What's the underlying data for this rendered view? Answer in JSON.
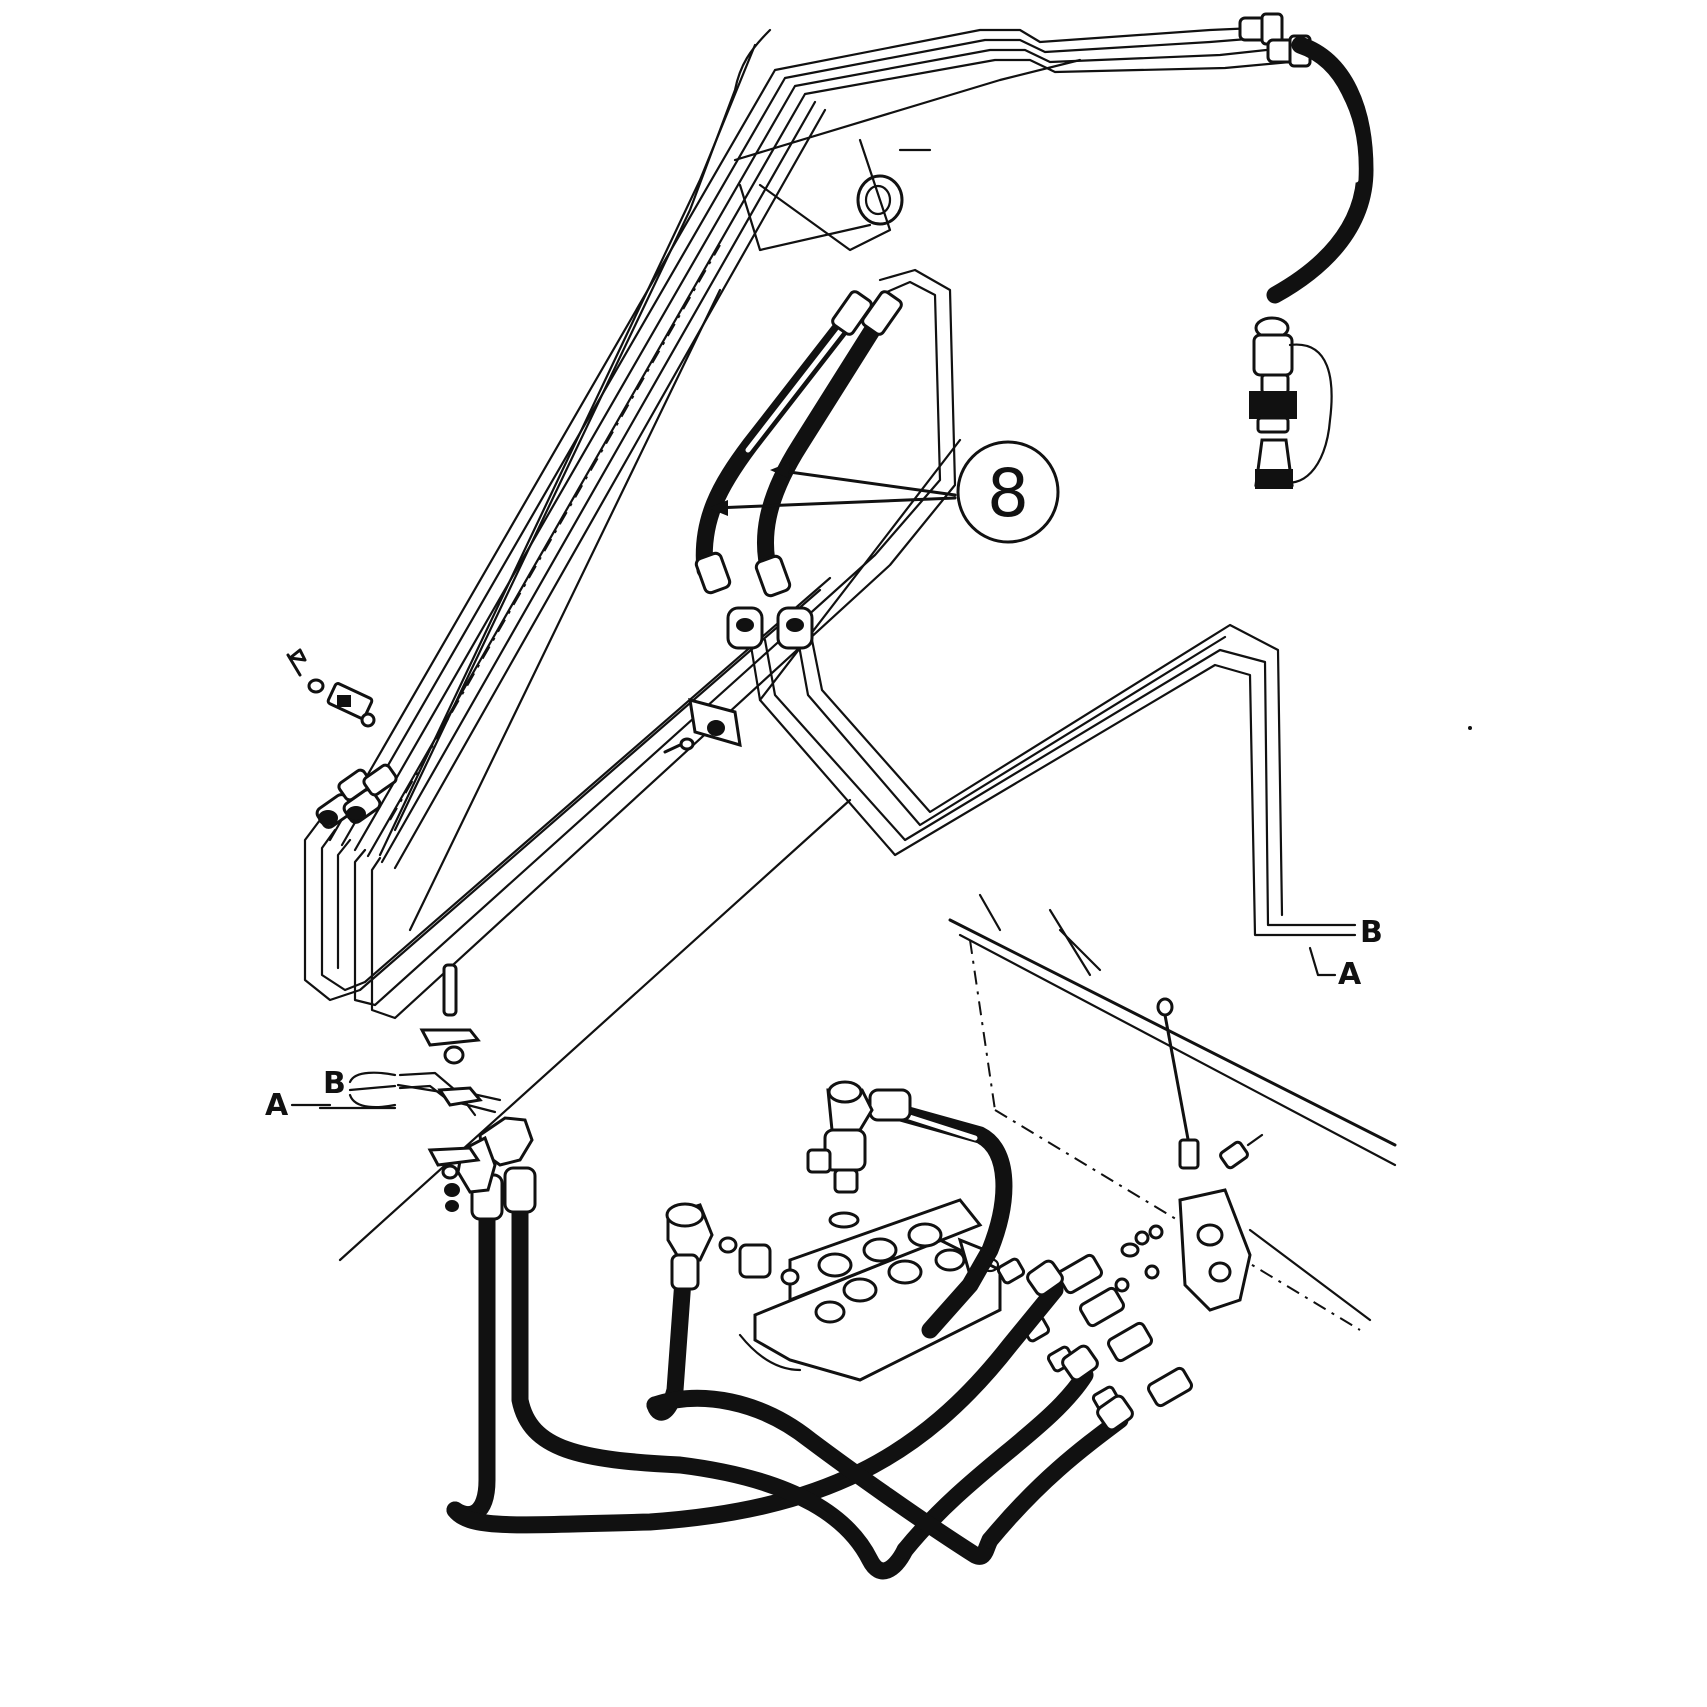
{
  "callout": {
    "number": "8"
  },
  "labels": {
    "upper_b": "B",
    "upper_a": "A",
    "lower_a": "A",
    "lower_b": "B"
  }
}
